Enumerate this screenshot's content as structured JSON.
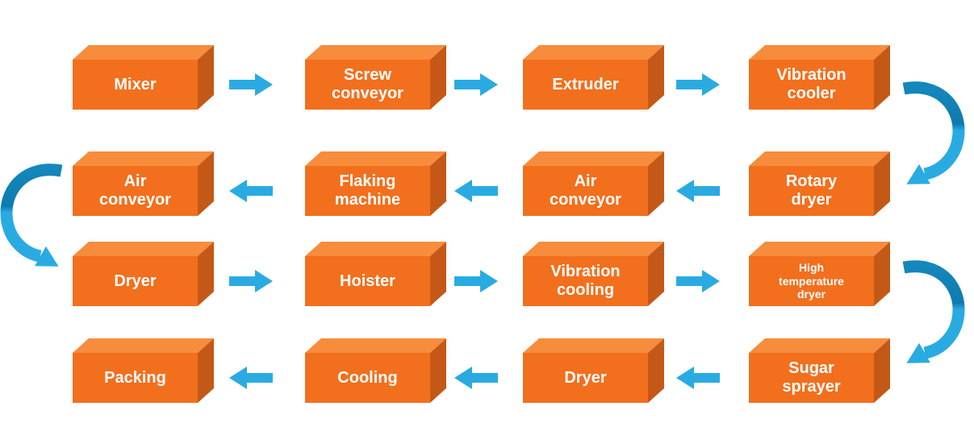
{
  "diagram": {
    "type": "process-flow",
    "background": "#FFFFFF",
    "box_style": {
      "front_color": "#F26F1D",
      "top_color": "#F78C3C",
      "side_color": "#C45917",
      "text_color": "#FFFFFF"
    },
    "arrow_style": {
      "straight_color": "#29ABE2",
      "curve_dark_color": "#0E7BB0",
      "curve_light_color": "#29ABE2"
    },
    "rows": [
      {
        "direction": "left-to-right",
        "boxes": [
          {
            "label": "Mixer"
          },
          {
            "label": "Screw\nconveyor"
          },
          {
            "label": "Extruder"
          },
          {
            "label": "Vibration\ncooler"
          }
        ]
      },
      {
        "direction": "right-to-left",
        "boxes": [
          {
            "label": "Air\nconveyor"
          },
          {
            "label": "Flaking\nmachine"
          },
          {
            "label": "Air\nconveyor"
          },
          {
            "label": "Rotary\ndryer"
          }
        ]
      },
      {
        "direction": "left-to-right",
        "boxes": [
          {
            "label": "Dryer"
          },
          {
            "label": "Hoister"
          },
          {
            "label": "Vibration\ncooling"
          },
          {
            "label": "High\ntemperature\ndryer"
          }
        ]
      },
      {
        "direction": "right-to-left",
        "boxes": [
          {
            "label": "Packing"
          },
          {
            "label": "Cooling"
          },
          {
            "label": "Dryer"
          },
          {
            "label": "Sugar\nsprayer"
          }
        ]
      }
    ],
    "flow_sequence": [
      "Mixer",
      "Screw conveyor",
      "Extruder",
      "Vibration cooler",
      "Rotary dryer",
      "Air conveyor",
      "Flaking machine",
      "Air conveyor",
      "Dryer",
      "Hoister",
      "Vibration cooling",
      "High temperature dryer",
      "Sugar sprayer",
      "Dryer",
      "Cooling",
      "Packing"
    ]
  }
}
